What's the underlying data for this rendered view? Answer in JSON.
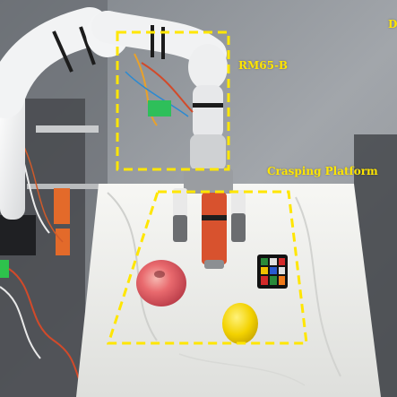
{
  "annotations": {
    "arm_label": "RM65-B",
    "platform_label": "Crasping Platform",
    "corner_label": "D"
  },
  "objects": {
    "apple": "apple",
    "lemon": "lemon",
    "rubiks_cube": "rubiks-cube",
    "robot_arm": "robot-arm",
    "gripper": "gripper"
  },
  "colors": {
    "annotation_yellow": "#ffe600",
    "wall": "#8f9399",
    "cloth": "#f1f1ee",
    "apple": "#e7636a",
    "lemon": "#f1d400"
  }
}
